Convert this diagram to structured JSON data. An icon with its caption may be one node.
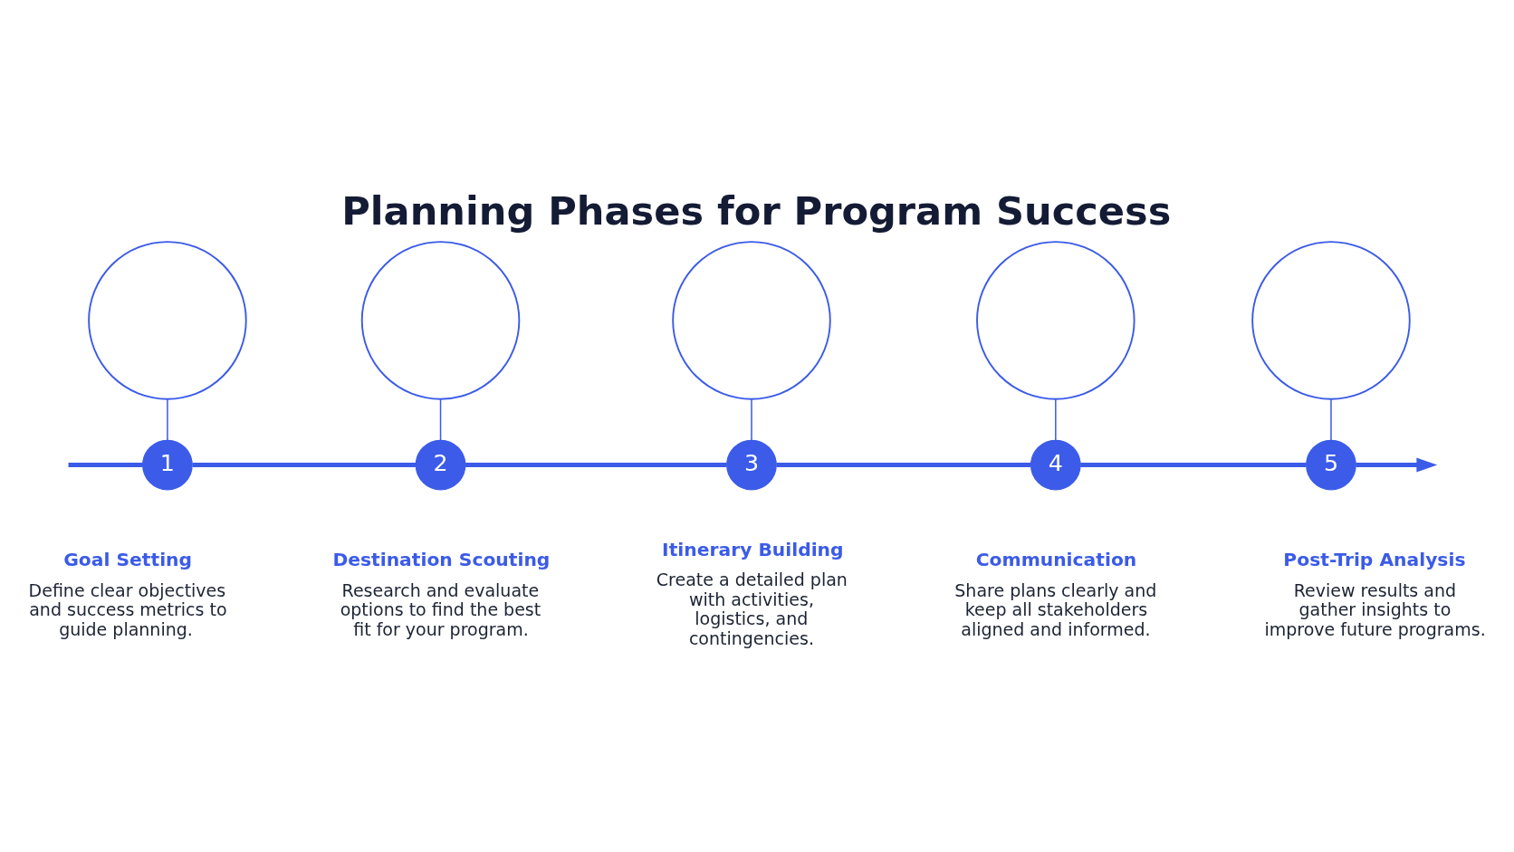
{
  "diagram": {
    "title": "Planning Phases for Program Success",
    "nodes": [
      {
        "text": [],
        "shape": "circle"
      },
      {
        "text": [],
        "shape": "circle"
      },
      {
        "text": [],
        "shape": "circle"
      },
      {
        "text": [],
        "shape": "circle"
      },
      {
        "text": [],
        "shape": "circle"
      },
      {
        "text": [
          "1"
        ],
        "beside": [
          "Goal Setting",
          "Define clear objectives and success metrics to guide planning."
        ]
      },
      {
        "text": [
          "2"
        ],
        "beside": [
          "Destination Scouting",
          "Research and evaluate options to find the best fit for your program."
        ]
      },
      {
        "text": [
          "3"
        ],
        "beside": [
          "Itinerary Building",
          "Create a detailed plan with activities, logistics, and contingencies."
        ]
      },
      {
        "text": [
          "4"
        ],
        "beside": [
          "Communication",
          "Share plans clearly and keep all stakeholders aligned and informed."
        ]
      },
      {
        "text": [
          "5"
        ],
        "beside": [
          "Post-Trip Analysis",
          "Review results and gather insights to improve future programs."
        ]
      }
    ],
    "edges": [
      {
        "from": 0,
        "to": 5,
        "arrow": "none"
      },
      {
        "from": 1,
        "to": 6,
        "arrow": "none"
      },
      {
        "from": 2,
        "to": 7,
        "arrow": "none"
      },
      {
        "from": 3,
        "to": 8,
        "arrow": "none"
      },
      {
        "from": 4,
        "to": 9,
        "arrow": "none"
      },
      {
        "from": null,
        "to": 5,
        "arrow": "none"
      },
      {
        "from": 5,
        "to": 6,
        "arrow": "none"
      },
      {
        "from": 6,
        "to": 7,
        "arrow": "none"
      },
      {
        "from": 7,
        "to": 8,
        "arrow": "none"
      },
      {
        "from": 8,
        "to": 9,
        "arrow": "none"
      },
      {
        "from": 9,
        "to": null,
        "arrow": "to"
      }
    ]
  }
}
